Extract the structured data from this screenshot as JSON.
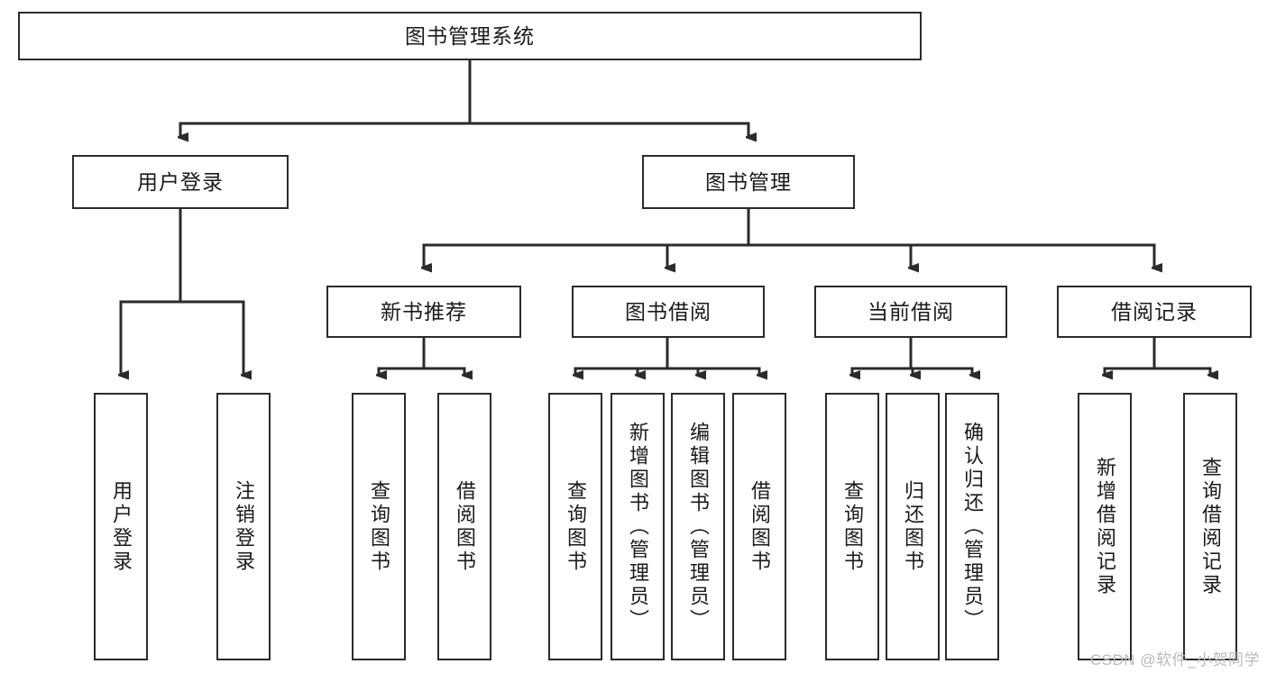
{
  "diagram": {
    "title": "图书管理系统",
    "type": "tree-hierarchy-diagram",
    "background_color": "#ffffff",
    "box_border_color": "#2b2b2b",
    "edge_color": "#2b2b2b",
    "text_color": "#1a1a1a"
  },
  "root": {
    "label": "图书管理系统"
  },
  "level1": [
    {
      "label": "用户登录"
    },
    {
      "label": "图书管理"
    }
  ],
  "level2": [
    {
      "label": "新书推荐"
    },
    {
      "label": "图书借阅"
    },
    {
      "label": "当前借阅"
    },
    {
      "label": "借阅记录"
    }
  ],
  "leaves": {
    "user_login": [
      {
        "label": "用户登录"
      },
      {
        "label": "注销登录"
      }
    ],
    "new_book_recommend": [
      {
        "label": "查询图书"
      },
      {
        "label": "借阅图书"
      }
    ],
    "book_borrow": [
      {
        "label": "查询图书"
      },
      {
        "label": "新增图书（管理员）"
      },
      {
        "label": "编辑图书（管理员）"
      },
      {
        "label": "借阅图书"
      }
    ],
    "current_borrow": [
      {
        "label": "查询图书"
      },
      {
        "label": "归还图书"
      },
      {
        "label": "确认归还（管理员）"
      }
    ],
    "borrow_records": [
      {
        "label": "新增借阅记录"
      },
      {
        "label": "查询借阅记录"
      }
    ]
  },
  "watermark": {
    "text": "CSDN @软件_小贺同学",
    "color": "#b9b9b9"
  }
}
